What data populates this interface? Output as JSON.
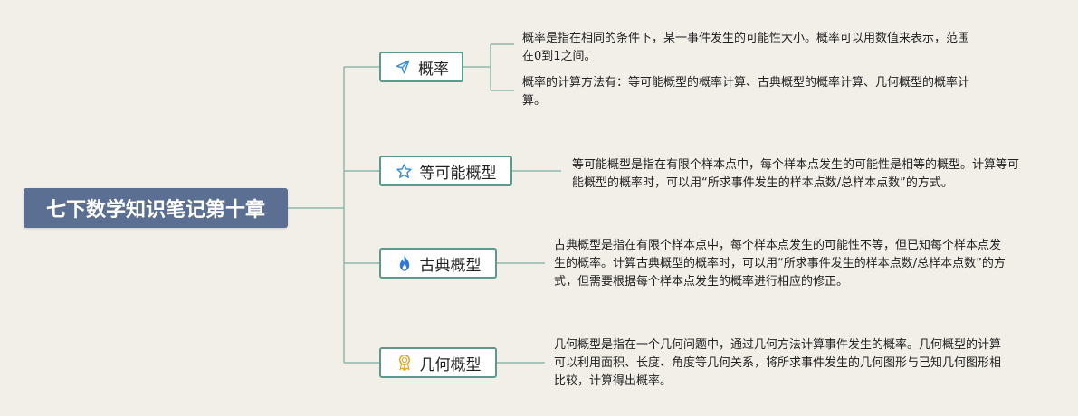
{
  "root": {
    "title": "七下数学知识笔记第十章"
  },
  "branches": [
    {
      "label": "概率",
      "icon": "paper-plane-icon",
      "notes": [
        "概率是指在相同的条件下，某一事件发生的可能性大小。概率可以用数值来表示，范围在0到1之间。",
        "概率的计算方法有：等可能概型的概率计算、古典概型的概率计算、几何概型的概率计算。"
      ]
    },
    {
      "label": "等可能概型",
      "icon": "star-outline-icon",
      "notes": [
        "等可能概型是指在有限个样本点中，每个样本点发生的可能性是相等的概型。计算等可能概型的概率时，可以用“所求事件发生的样本点数/总样本点数”的方式。"
      ]
    },
    {
      "label": "古典概型",
      "icon": "flame-icon",
      "notes": [
        "古典概型是指在有限个样本点中，每个样本点发生的可能性不等，但已知每个样本点发生的概率。计算古典概型的概率时，可以用“所求事件发生的样本点数/总样本点数”的方式，但需要根据每个样本点发生的概率进行相应的修正。"
      ]
    },
    {
      "label": "几何概型",
      "icon": "award-medal-icon",
      "notes": [
        "几何概型是指在一个几何问题中，通过几何方法计算事件发生的概率。几何概型的计算可以利用面积、长度、角度等几何关系，将所求事件发生的几何图形与已知几何图形相比较，计算得出概率。"
      ]
    }
  ],
  "colors": {
    "background": "#f2efe9",
    "root_fill": "#5b6f92",
    "branch_border": "#5b9a8c",
    "connector": "#8fb8ae",
    "icon_blue": "#3a8fd6",
    "icon_flame": "#2f78d6",
    "icon_medal": "#e0a62b"
  }
}
